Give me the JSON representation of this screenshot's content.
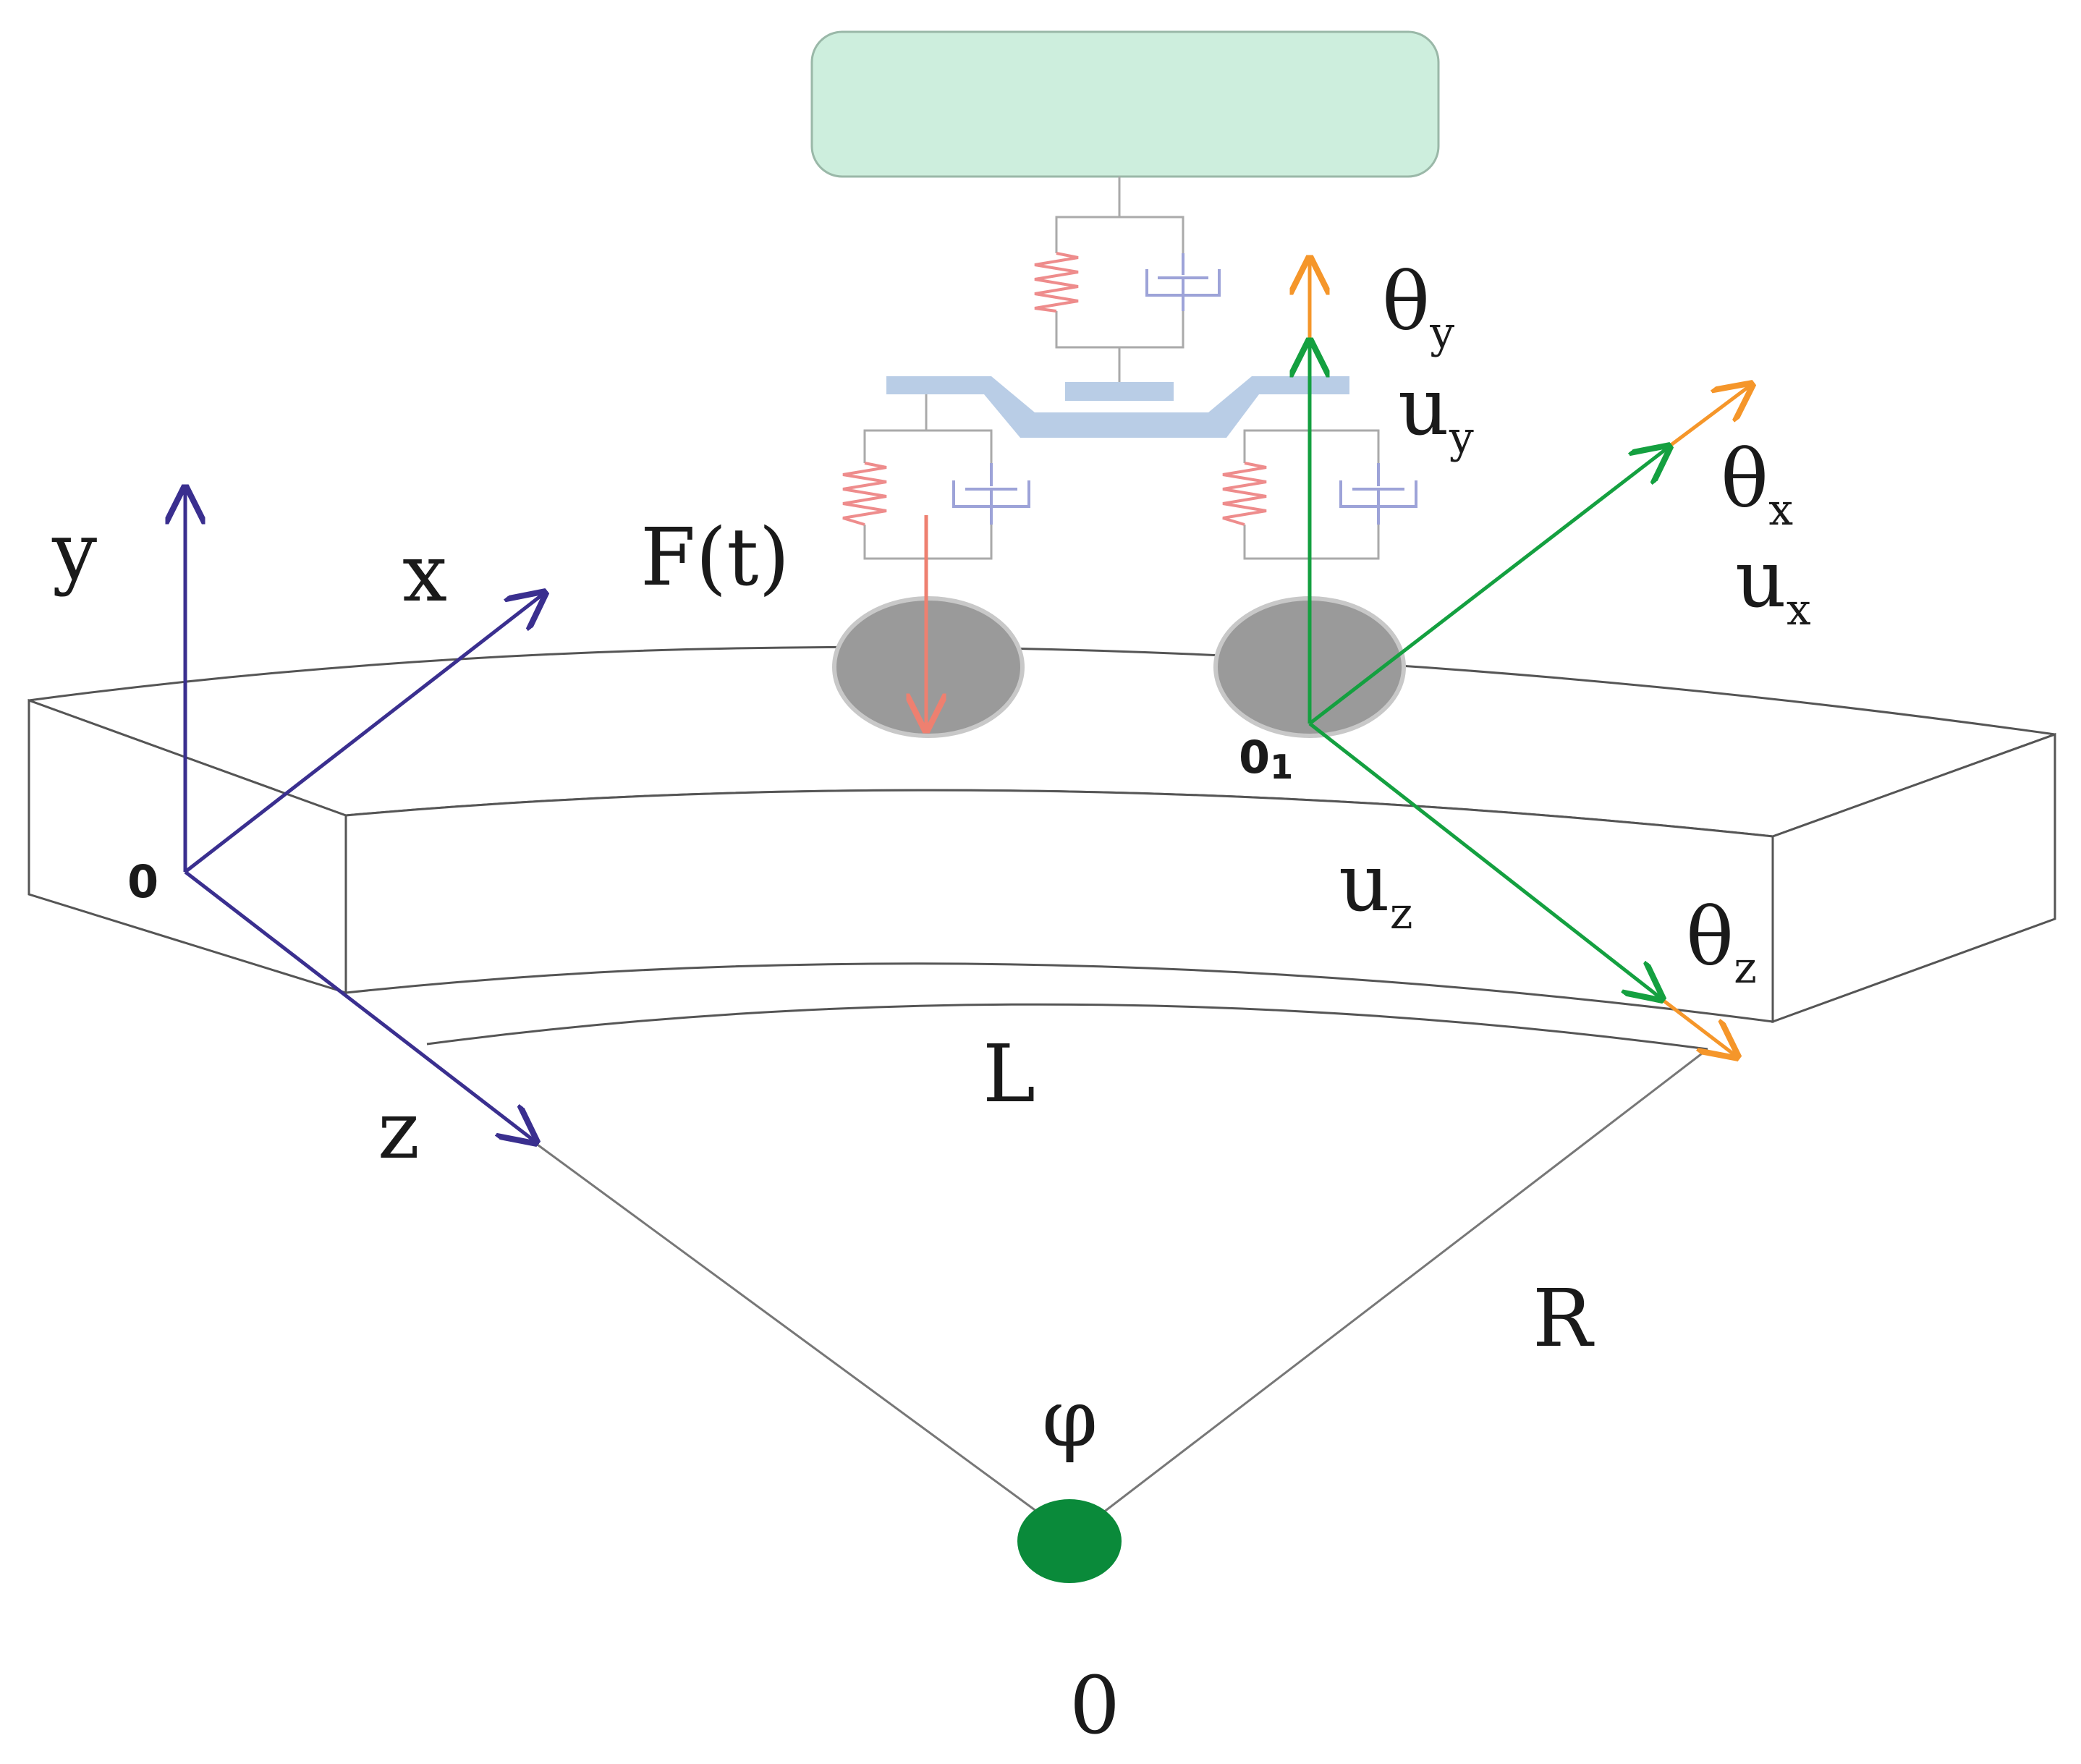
{
  "colors": {
    "vehicle_body": "#cdeedd",
    "bogie": "#b9cde6",
    "spring": "#ee8c8c",
    "damper": "#9da3d8",
    "wheel": "#9a9a9a",
    "force_arrow": "#ee8070",
    "global_axes": "#3a2f8f",
    "local_axes": "#14a040",
    "rotation_arrows": "#f5962a",
    "center_dot": "#0a8a3a",
    "lines": "#555555"
  },
  "labels": {
    "y": "y",
    "x": "x",
    "z": "z",
    "origin_left": "0",
    "force": "F(t)",
    "origin_local": "0",
    "origin_local_sub": "1",
    "theta_y": "θ",
    "theta_y_sub": "y",
    "u_y": "u",
    "u_y_sub": "y",
    "theta_x": "θ",
    "theta_x_sub": "x",
    "u_x": "u",
    "u_x_sub": "x",
    "u_z": "u",
    "u_z_sub": "z",
    "theta_z": "θ",
    "theta_z_sub": "z",
    "length": "L",
    "radius": "R",
    "angle": "φ",
    "center": "0"
  }
}
